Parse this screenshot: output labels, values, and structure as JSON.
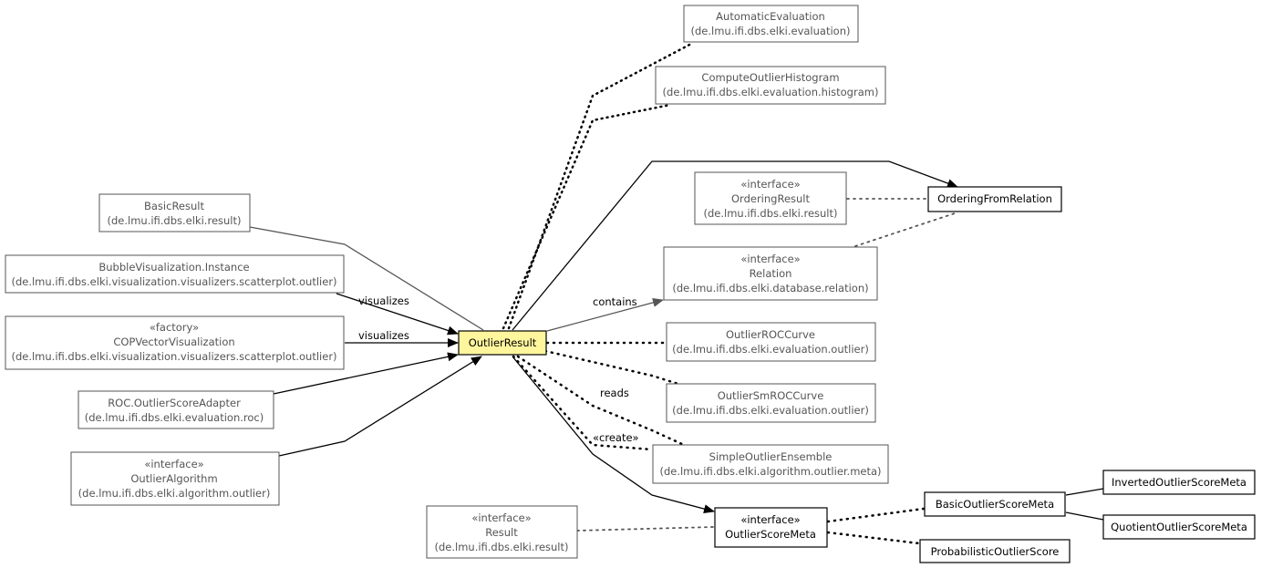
{
  "diagram": {
    "center": {
      "name": "OutlierResult"
    },
    "nodes": {
      "automatic_evaluation": {
        "lines": [
          "AutomaticEvaluation",
          "(de.lmu.ifi.dbs.elki.evaluation)"
        ]
      },
      "compute_outlier_histogram": {
        "lines": [
          "ComputeOutlierHistogram",
          "(de.lmu.ifi.dbs.elki.evaluation.histogram)"
        ]
      },
      "ordering_result": {
        "lines": [
          "«interface»",
          "OrderingResult",
          "(de.lmu.ifi.dbs.elki.result)"
        ]
      },
      "ordering_from_relation": {
        "lines": [
          "OrderingFromRelation"
        ]
      },
      "relation": {
        "lines": [
          "«interface»",
          "Relation",
          "(de.lmu.ifi.dbs.elki.database.relation)"
        ]
      },
      "outlier_roc_curve": {
        "lines": [
          "OutlierROCCurve",
          "(de.lmu.ifi.dbs.elki.evaluation.outlier)"
        ]
      },
      "outlier_smroc_curve": {
        "lines": [
          "OutlierSmROCCurve",
          "(de.lmu.ifi.dbs.elki.evaluation.outlier)"
        ]
      },
      "simple_outlier_ensemble": {
        "lines": [
          "SimpleOutlierEnsemble",
          "(de.lmu.ifi.dbs.elki.algorithm.outlier.meta)"
        ]
      },
      "outlier_score_meta": {
        "lines": [
          "«interface»",
          "OutlierScoreMeta"
        ]
      },
      "result": {
        "lines": [
          "«interface»",
          "Result",
          "(de.lmu.ifi.dbs.elki.result)"
        ]
      },
      "basic_outlier_score_meta": {
        "lines": [
          "BasicOutlierScoreMeta"
        ]
      },
      "inverted_outlier_score_meta": {
        "lines": [
          "InvertedOutlierScoreMeta"
        ]
      },
      "quotient_outlier_score_meta": {
        "lines": [
          "QuotientOutlierScoreMeta"
        ]
      },
      "probabilistic_outlier_score": {
        "lines": [
          "ProbabilisticOutlierScore"
        ]
      },
      "basic_result": {
        "lines": [
          "BasicResult",
          "(de.lmu.ifi.dbs.elki.result)"
        ]
      },
      "bubble_visualization": {
        "lines": [
          "BubbleVisualization.Instance",
          "(de.lmu.ifi.dbs.elki.visualization.visualizers.scatterplot.outlier)"
        ]
      },
      "cop_vector_visualization": {
        "lines": [
          "«factory»",
          "COPVectorVisualization",
          "(de.lmu.ifi.dbs.elki.visualization.visualizers.scatterplot.outlier)"
        ]
      },
      "roc_outlier_score_adapter": {
        "lines": [
          "ROC.OutlierScoreAdapter",
          "(de.lmu.ifi.dbs.elki.evaluation.roc)"
        ]
      },
      "outlier_algorithm": {
        "lines": [
          "«interface»",
          "OutlierAlgorithm",
          "(de.lmu.ifi.dbs.elki.algorithm.outlier)"
        ]
      }
    },
    "edge_labels": {
      "contains": "contains",
      "reads": "reads",
      "create": "«create»",
      "visualizes_bubble": "visualizes",
      "visualizes_cop": "visualizes"
    },
    "colors": {
      "center_fill": "#fff59d",
      "edge_dark": "#000000",
      "edge_grey": "#555555",
      "box_grey": "#555555"
    }
  }
}
